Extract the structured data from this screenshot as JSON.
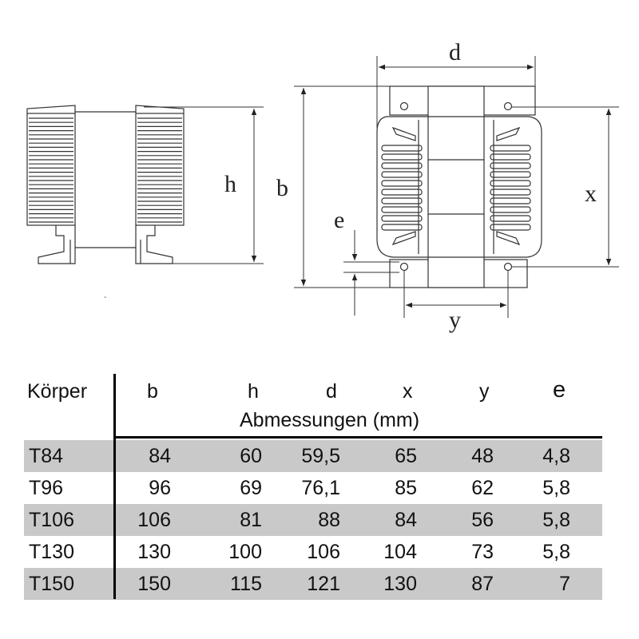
{
  "diagram": {
    "labels": {
      "h": "h",
      "b": "b",
      "d": "d",
      "e": "e",
      "x": "x",
      "y": "y"
    }
  },
  "table": {
    "headers": [
      "Körper",
      "b",
      "h",
      "d",
      "x",
      "y",
      "e"
    ],
    "subheader": "Abmessungen (mm)",
    "rows": [
      [
        "T84",
        "84",
        "60",
        "59,5",
        "65",
        "48",
        "4,8"
      ],
      [
        "T96",
        "96",
        "69",
        "76,1",
        "85",
        "62",
        "5,8"
      ],
      [
        "T106",
        "106",
        "81",
        "88",
        "84",
        "56",
        "5,8"
      ],
      [
        "T130",
        "130",
        "100",
        "106",
        "104",
        "73",
        "5,8"
      ],
      [
        "T150",
        "150",
        "115",
        "121",
        "130",
        "87",
        "7"
      ]
    ],
    "shaded_rows": [
      0,
      2,
      4
    ],
    "shade_color": "#c9c9c9"
  }
}
